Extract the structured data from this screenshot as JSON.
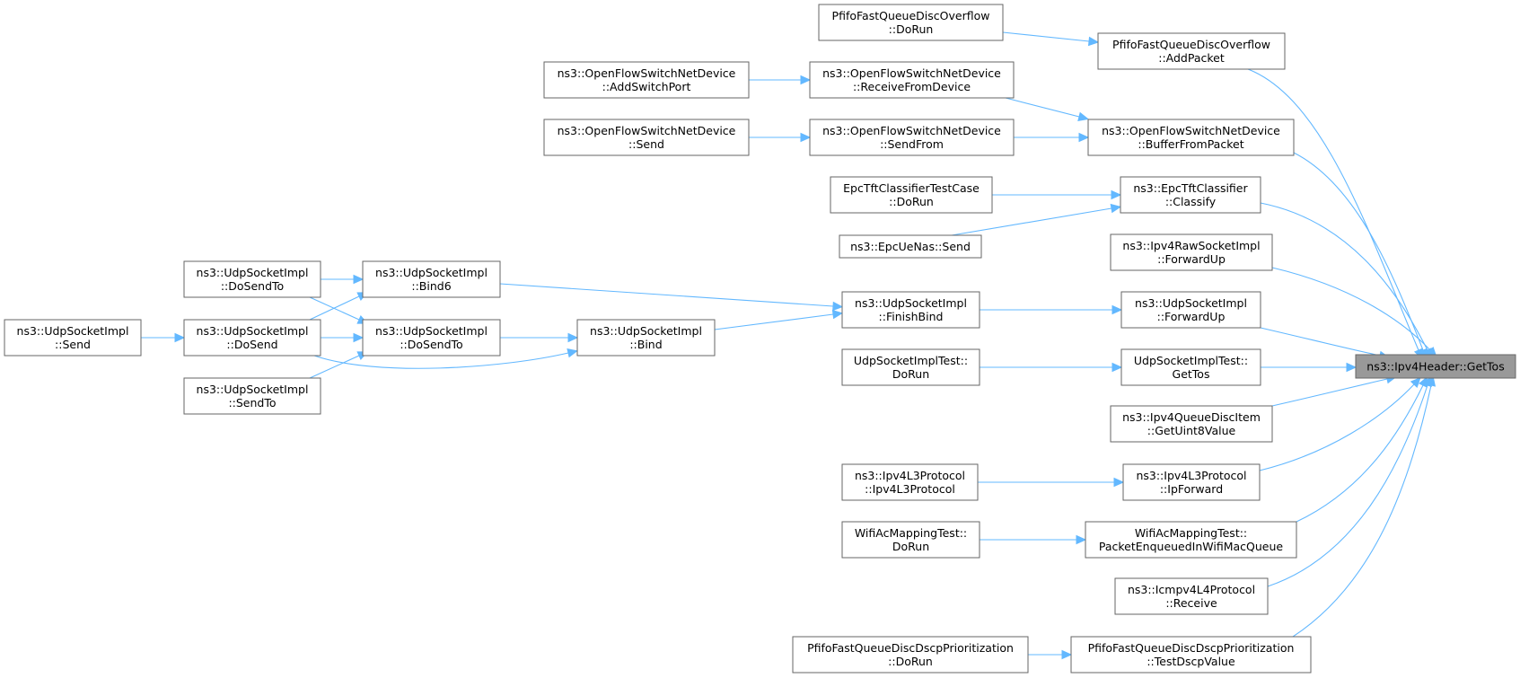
{
  "colors": {
    "edge": "#63b8ff",
    "node_border": "#666666",
    "focus_fill": "#999999"
  },
  "graph": {
    "title_node": "ns3::Ipv4Header::GetTos",
    "nodes": [
      {
        "id": "gettos",
        "lines": [
          "ns3::Ipv4Header::GetTos"
        ],
        "focus": true
      },
      {
        "id": "pf_add",
        "lines": [
          "PfifoFastQueueDiscOverflow",
          "::AddPacket"
        ]
      },
      {
        "id": "pf_ov_run",
        "lines": [
          "PfifoFastQueueDiscOverflow",
          "::DoRun"
        ]
      },
      {
        "id": "of_buf",
        "lines": [
          "ns3::OpenFlowSwitchNetDevice",
          "::BufferFromPacket"
        ]
      },
      {
        "id": "of_recv",
        "lines": [
          "ns3::OpenFlowSwitchNetDevice",
          "::ReceiveFromDevice"
        ]
      },
      {
        "id": "of_addport",
        "lines": [
          "ns3::OpenFlowSwitchNetDevice",
          "::AddSwitchPort"
        ]
      },
      {
        "id": "of_sendfrom",
        "lines": [
          "ns3::OpenFlowSwitchNetDevice",
          "::SendFrom"
        ]
      },
      {
        "id": "of_send",
        "lines": [
          "ns3::OpenFlowSwitchNetDevice",
          "::Send"
        ]
      },
      {
        "id": "epc_cls",
        "lines": [
          "ns3::EpcTftClassifier",
          "::Classify"
        ]
      },
      {
        "id": "epc_test",
        "lines": [
          "EpcTftClassifierTestCase",
          "::DoRun"
        ]
      },
      {
        "id": "epc_nas",
        "lines": [
          "ns3::EpcUeNas::Send"
        ]
      },
      {
        "id": "raw_fwd",
        "lines": [
          "ns3::Ipv4RawSocketImpl",
          "::ForwardUp"
        ]
      },
      {
        "id": "udp_fwd",
        "lines": [
          "ns3::UdpSocketImpl",
          "::ForwardUp"
        ]
      },
      {
        "id": "udp_finish",
        "lines": [
          "ns3::UdpSocketImpl",
          "::FinishBind"
        ]
      },
      {
        "id": "udp_bind6",
        "lines": [
          "ns3::UdpSocketImpl",
          "::Bind6"
        ]
      },
      {
        "id": "udp_bind",
        "lines": [
          "ns3::UdpSocketImpl",
          "::Bind"
        ]
      },
      {
        "id": "udp_dosendto_l",
        "lines": [
          "ns3::UdpSocketImpl",
          "::DoSendTo"
        ]
      },
      {
        "id": "udp_dosend",
        "lines": [
          "ns3::UdpSocketImpl",
          "::DoSend"
        ]
      },
      {
        "id": "udp_dosendto_r",
        "lines": [
          "ns3::UdpSocketImpl",
          "::DoSendTo"
        ]
      },
      {
        "id": "udp_send",
        "lines": [
          "ns3::UdpSocketImpl",
          "::Send"
        ]
      },
      {
        "id": "udp_sendto",
        "lines": [
          "ns3::UdpSocketImpl",
          "::SendTo"
        ]
      },
      {
        "id": "udptest_gettos",
        "lines": [
          "UdpSocketImplTest::",
          "GetTos"
        ]
      },
      {
        "id": "udptest_run",
        "lines": [
          "UdpSocketImplTest::",
          "DoRun"
        ]
      },
      {
        "id": "qdi_get",
        "lines": [
          "ns3::Ipv4QueueDiscItem",
          "::GetUint8Value"
        ]
      },
      {
        "id": "l3_fwd",
        "lines": [
          "ns3::Ipv4L3Protocol",
          "::IpForward"
        ]
      },
      {
        "id": "l3_ctor",
        "lines": [
          "ns3::Ipv4L3Protocol",
          "::Ipv4L3Protocol"
        ]
      },
      {
        "id": "wifi_enq",
        "lines": [
          "WifiAcMappingTest::",
          "PacketEnqueuedInWifiMacQueue"
        ]
      },
      {
        "id": "wifi_run",
        "lines": [
          "WifiAcMappingTest::",
          "DoRun"
        ]
      },
      {
        "id": "icmp_recv",
        "lines": [
          "ns3::Icmpv4L4Protocol",
          "::Receive"
        ]
      },
      {
        "id": "pf_dscp_test",
        "lines": [
          "PfifoFastQueueDiscDscpPrioritization",
          "::TestDscpValue"
        ]
      },
      {
        "id": "pf_dscp_run",
        "lines": [
          "PfifoFastQueueDiscDscpPrioritization",
          "::DoRun"
        ]
      }
    ]
  }
}
